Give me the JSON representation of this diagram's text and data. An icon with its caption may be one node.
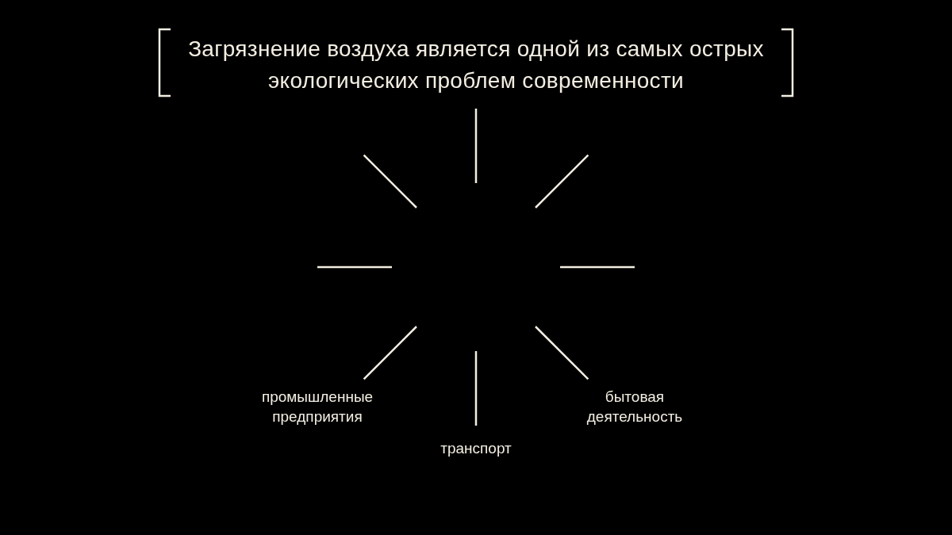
{
  "diagram": {
    "title": "Загрязнение воздуха является одной из самых острых экологических проблем современности",
    "labels": [
      "промышленные предприятия",
      "транспорт",
      "бытовая деятельность"
    ]
  }
}
